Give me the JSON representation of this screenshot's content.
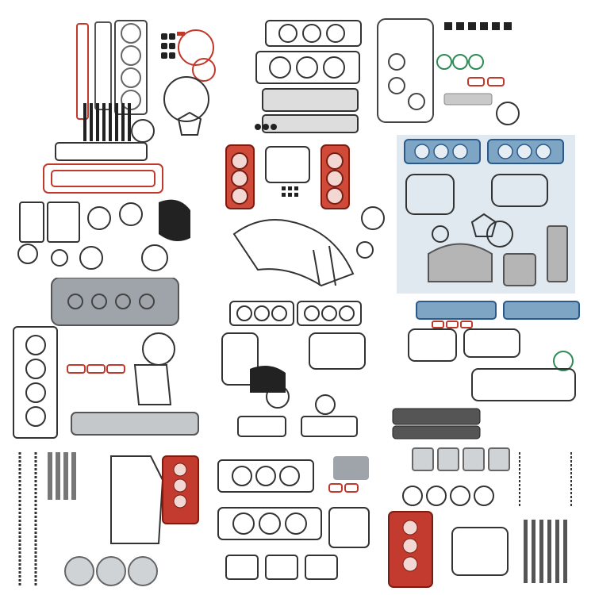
{
  "image": {
    "background": "#ffffff",
    "kits": [
      {
        "name": "kit-inline4-head-gasket-set",
        "bg": "#ffffff",
        "accent": "#c0392b"
      },
      {
        "name": "kit-v6-head-gasket-set",
        "bg": "#ffffff",
        "accent": "#333333"
      },
      {
        "name": "kit-valve-cover-gasket-set",
        "bg": "#ffffff",
        "accent": "#c0392b"
      },
      {
        "name": "kit-v8-intake-gasket-set",
        "bg": "#ffffff",
        "accent": "#c0392b"
      },
      {
        "name": "kit-red-head-gasket-full-set",
        "bg": "#ffffff",
        "accent": "#c0392b"
      },
      {
        "name": "kit-blue-mls-gasket-set",
        "bg": "#dfe9ef",
        "accent": "#2b5a8a"
      },
      {
        "name": "kit-inline4-cover-and-seals",
        "bg": "#ffffff",
        "accent": "#c0392b"
      },
      {
        "name": "kit-v6-full-overhaul-set",
        "bg": "#ffffff",
        "accent": "#333333"
      },
      {
        "name": "kit-blue-v8-full-set",
        "bg": "#ffffff",
        "accent": "#2b5a8a"
      },
      {
        "name": "kit-timing-chain-rebuild",
        "bg": "#ffffff",
        "accent": "#c0392b"
      },
      {
        "name": "kit-v6-head-and-manifold-set",
        "bg": "#ffffff",
        "accent": "#c0392b"
      },
      {
        "name": "kit-pistons-and-valves-rebuild",
        "bg": "#ffffff",
        "accent": "#c0392b"
      }
    ]
  }
}
